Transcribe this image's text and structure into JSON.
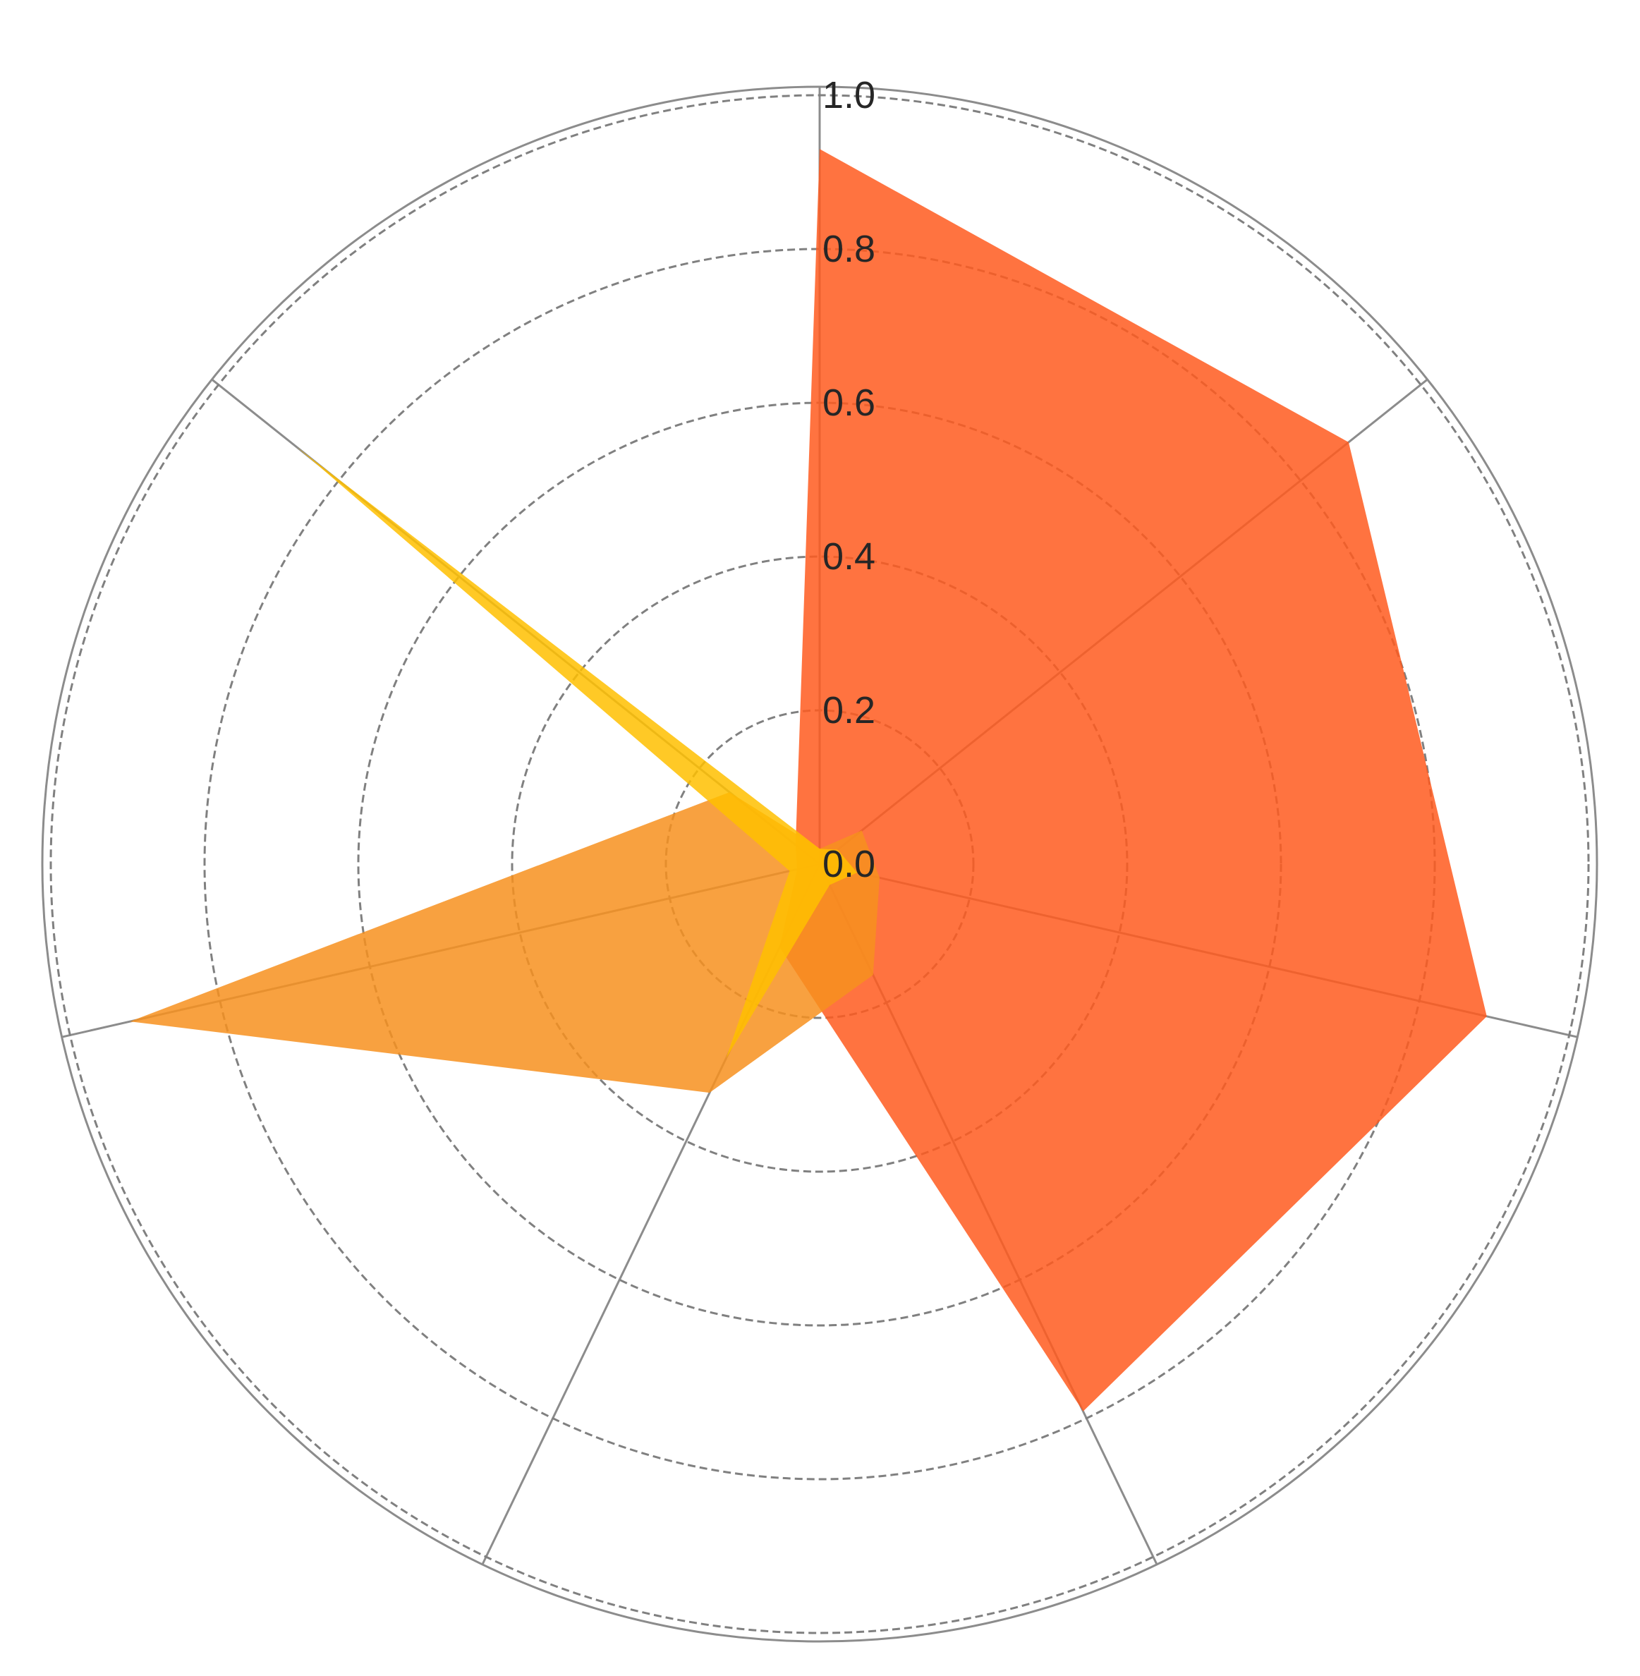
{
  "chart_data": {
    "type": "radar",
    "axes_count": 7,
    "rlim": [
      0,
      1
    ],
    "rticks": [
      0.0,
      0.2,
      0.4,
      0.6,
      0.8,
      1.0
    ],
    "rtick_labels": [
      "0.0",
      "0.2",
      "0.4",
      "0.6",
      "0.8",
      "1.0"
    ],
    "grid": true,
    "series": [
      {
        "color": "#ff5a1f",
        "opacity": 0.85,
        "values": [
          0.93,
          0.88,
          0.89,
          0.79,
          0.12,
          0.03,
          0.04
        ]
      },
      {
        "color": "#f7901e",
        "opacity": 0.85,
        "values": [
          0.02,
          0.07,
          0.08,
          0.16,
          0.33,
          0.92,
          0.15
        ]
      },
      {
        "color": "#ffc000",
        "opacity": 0.85,
        "values": [
          0.02,
          0.03,
          0.05,
          0.03,
          0.28,
          0.04,
          0.87
        ]
      }
    ]
  }
}
